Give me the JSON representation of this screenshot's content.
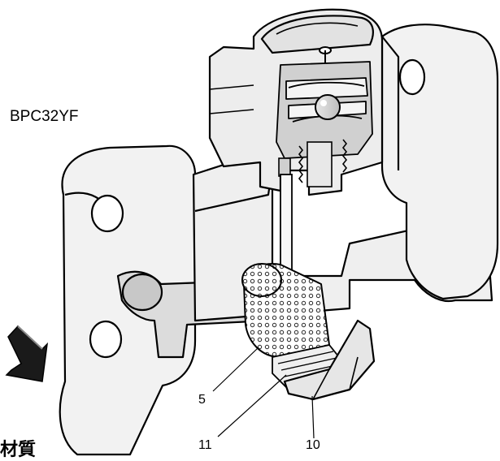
{
  "labels": {
    "model": "BPC32YF",
    "callout_5": "5",
    "callout_11": "11",
    "callout_10": "10",
    "heading": "材質"
  },
  "icons": {
    "flow_arrow": "arrow-icon"
  }
}
